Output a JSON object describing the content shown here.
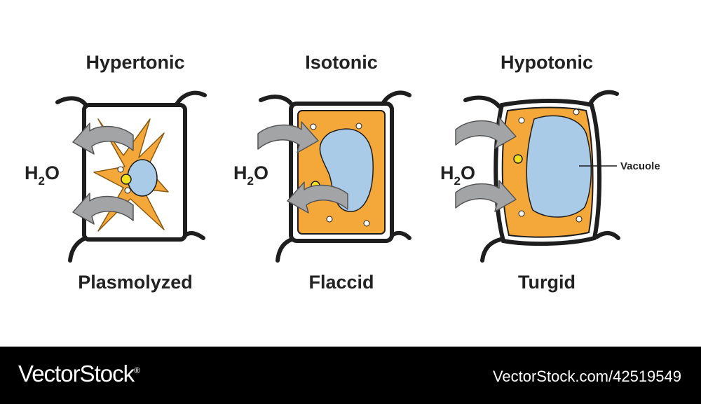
{
  "panels": [
    {
      "title": "Hypertonic",
      "state": "Plasmolyzed",
      "water": "H",
      "water_sub": "2",
      "water_end": "O"
    },
    {
      "title": "Isotonic",
      "state": "Flaccid",
      "water": "H",
      "water_sub": "2",
      "water_end": "O"
    },
    {
      "title": "Hypotonic",
      "state": "Turgid",
      "water": "H",
      "water_sub": "2",
      "water_end": "O"
    }
  ],
  "vacuole_label": "Vacuole",
  "footer": {
    "brand": "VectorStock",
    "brand_mark": "®",
    "credit": "VectorStock.com/42519549"
  },
  "colors": {
    "cytoplasm": "#f5a83a",
    "vacuole": "#a9cbe8",
    "nucleus": "#f2e21c",
    "arrow": "#a2a4a6",
    "outline": "#1e1e1e"
  }
}
